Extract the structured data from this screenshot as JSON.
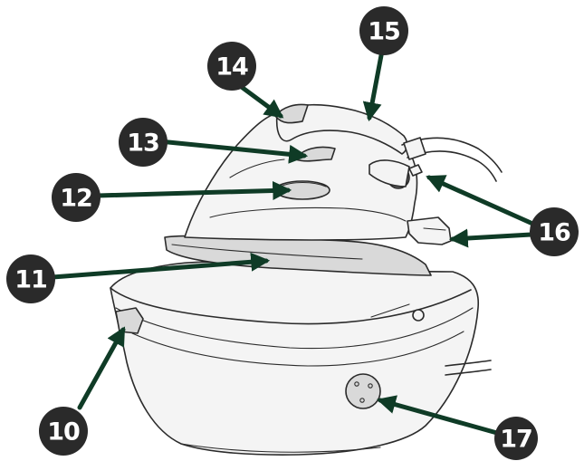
{
  "callouts": {
    "c10": "10",
    "c11": "11",
    "c12": "12",
    "c13": "13",
    "c14": "14",
    "c15": "15",
    "c16": "16",
    "c17": "17"
  },
  "colors": {
    "callout_fill": "#2a2a2a",
    "callout_text": "#ffffff",
    "arrow": "#0f3b26",
    "line_art": "#2b2b2b"
  }
}
